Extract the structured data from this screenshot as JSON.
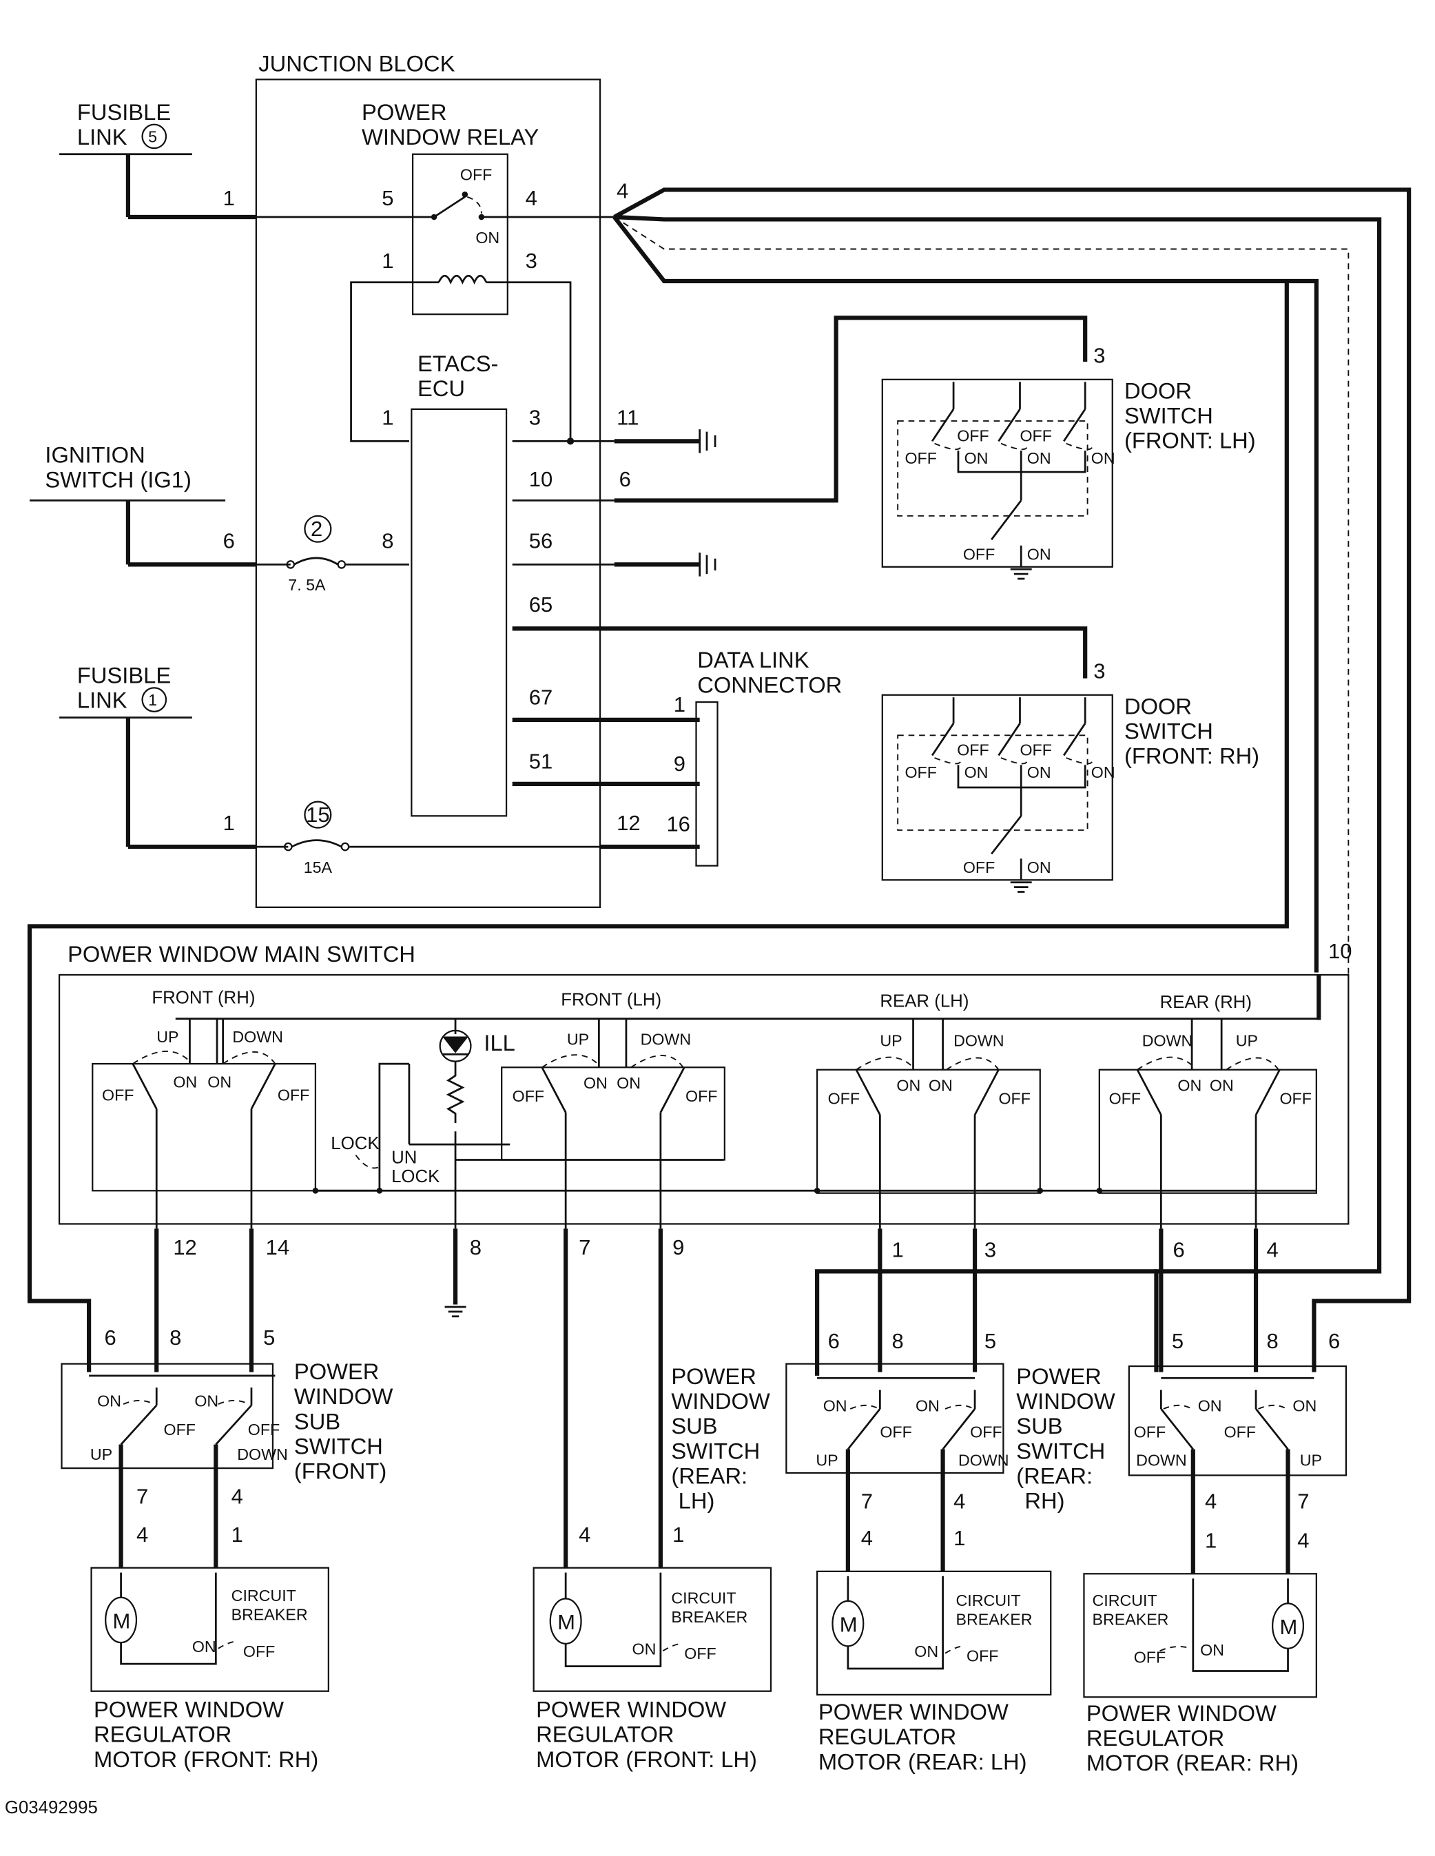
{
  "figure_code": "G03492995",
  "junction_block": {
    "title": "JUNCTION BLOCK",
    "relay_label": [
      "POWER",
      "WINDOW RELAY"
    ],
    "relay_contact": [
      "OFF",
      "ON"
    ],
    "ecu_label": [
      "ETACS-",
      "ECU"
    ],
    "fuse_2": {
      "number": "2",
      "rating": "7. 5A"
    },
    "fuse_15": {
      "number": "15",
      "rating": "15A"
    },
    "pins": {
      "fl5_in": "1",
      "relay_5": "5",
      "relay_4": "4",
      "out_4": "4",
      "coil_1": "1",
      "coil_3": "3",
      "ecu_1": "1",
      "ecu_3": "3",
      "out_11": "11",
      "ecu_10": "10",
      "out_6": "6",
      "ecu_56": "56",
      "ecu_65": "65",
      "ecu_67": "67",
      "ecu_51": "51",
      "ig_6": "6",
      "ecu_8": "8",
      "fl1_1": "1",
      "out_12": "12"
    }
  },
  "fusible_link_5": {
    "line1": "FUSIBLE",
    "line2": "LINK",
    "num": "5"
  },
  "fusible_link_1": {
    "line1": "FUSIBLE",
    "line2": "LINK",
    "num": "1"
  },
  "ignition_switch": [
    "IGNITION",
    "SWITCH (IG1)"
  ],
  "data_link_connector": {
    "label": [
      "DATA LINK",
      "CONNECTOR"
    ],
    "pins": [
      "1",
      "9",
      "16"
    ]
  },
  "door_switch_lh": {
    "label": [
      "DOOR",
      "SWITCH",
      "(FRONT: LH)"
    ],
    "pin": "3"
  },
  "door_switch_rh": {
    "label": [
      "DOOR",
      "SWITCH",
      "(FRONT: RH)"
    ],
    "pin": "3"
  },
  "door_switch_states": {
    "off": "OFF",
    "on": "ON"
  },
  "main_switch": {
    "title": "POWER WINDOW MAIN SWITCH",
    "pin_top": "10",
    "sections": [
      "FRONT (RH)",
      "FRONT (LH)",
      "REAR (LH)",
      "REAR (RH)"
    ],
    "up": "UP",
    "down": "DOWN",
    "on": "ON",
    "off": "OFF",
    "ill": "ILL",
    "lock": "LOCK",
    "unlock": [
      "UN",
      "LOCK"
    ],
    "bottom_pins": [
      "12",
      "14",
      "8",
      "7",
      "9",
      "1",
      "3",
      "6",
      "4"
    ]
  },
  "sub_front": {
    "label": [
      "POWER",
      "WINDOW",
      "SUB",
      "SWITCH",
      "(FRONT)"
    ],
    "top_pins": [
      "6",
      "8",
      "5"
    ],
    "bottom_pins": [
      "7",
      "4"
    ]
  },
  "sub_rear_lh": {
    "label": [
      "POWER",
      "WINDOW",
      "SUB",
      "SWITCH",
      "(REAR:",
      "LH)"
    ],
    "top_pins": [
      "6",
      "8",
      "5"
    ],
    "bottom_pins": [
      "7",
      "4"
    ]
  },
  "sub_rear_rh": {
    "label": [
      "POWER",
      "WINDOW",
      "SUB",
      "SWITCH",
      "(REAR:",
      "RH)"
    ],
    "top_pins": [
      "5",
      "8",
      "6"
    ],
    "bottom_pins": [
      "4",
      "7"
    ]
  },
  "sub_states": {
    "on": "ON",
    "off": "OFF",
    "up": "UP",
    "down": "DOWN"
  },
  "motor_front_rh": {
    "label": [
      "POWER WINDOW",
      "REGULATOR",
      "MOTOR (FRONT: RH)"
    ],
    "pins": [
      "4",
      "1"
    ]
  },
  "motor_front_lh": {
    "label": [
      "POWER WINDOW",
      "REGULATOR",
      "MOTOR (FRONT: LH)"
    ],
    "pins": [
      "4",
      "1"
    ]
  },
  "motor_rear_lh": {
    "label": [
      "POWER WINDOW",
      "REGULATOR",
      "MOTOR (REAR: LH)"
    ],
    "pins": [
      "4",
      "1"
    ]
  },
  "motor_rear_rh": {
    "label": [
      "POWER WINDOW",
      "REGULATOR",
      "MOTOR (REAR: RH)"
    ],
    "pins": [
      "1",
      "4"
    ]
  },
  "circuit_breaker": {
    "label": [
      "CIRCUIT",
      "BREAKER"
    ],
    "on": "ON",
    "off": "OFF"
  },
  "motor_symbol": "M"
}
